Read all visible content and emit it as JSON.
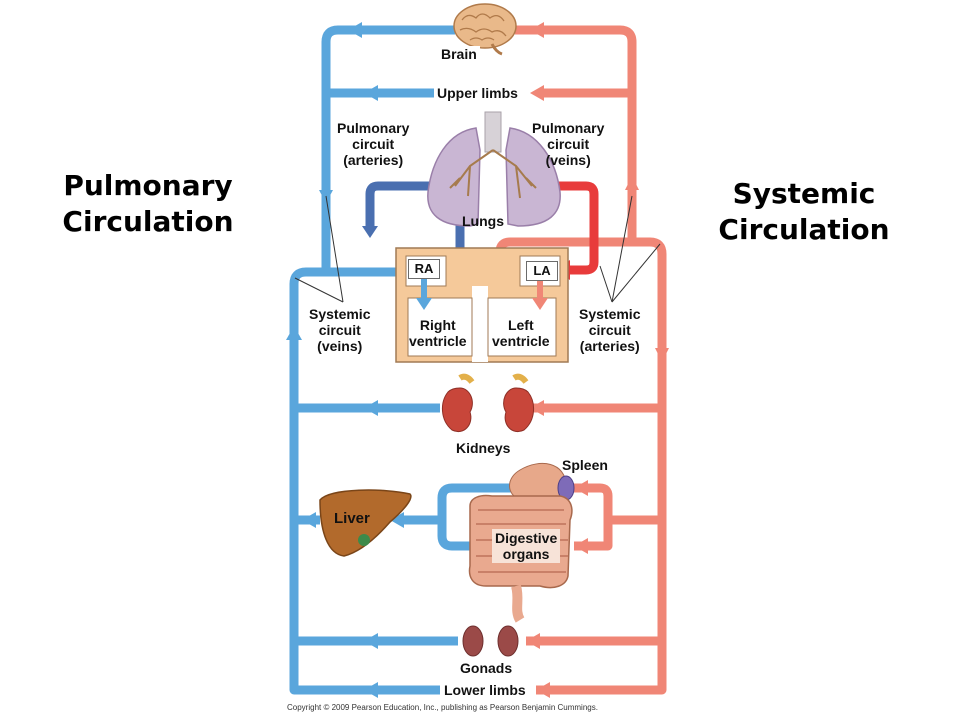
{
  "titles": {
    "pulmonary": [
      "Pulmonary",
      "Circulation"
    ],
    "systemic": [
      "Systemic",
      "Circulation"
    ]
  },
  "organs": {
    "brain": "Brain",
    "upper_limbs": "Upper limbs",
    "lungs": "Lungs",
    "kidneys": "Kidneys",
    "spleen": "Spleen",
    "liver": "Liver",
    "digestive": [
      "Digestive",
      "organs"
    ],
    "gonads": "Gonads",
    "lower_limbs": "Lower limbs"
  },
  "circuits": {
    "pulmonary_arteries": [
      "Pulmonary",
      "circuit",
      "(arteries)"
    ],
    "pulmonary_veins": [
      "Pulmonary",
      "circuit",
      "(veins)"
    ],
    "systemic_veins": [
      "Systemic",
      "circuit",
      "(veins)"
    ],
    "systemic_arteries": [
      "Systemic",
      "circuit",
      "(arteries)"
    ]
  },
  "heart": {
    "ra": "RA",
    "la": "LA",
    "right_ventricle": [
      "Right",
      "ventricle"
    ],
    "left_ventricle": [
      "Left",
      "ventricle"
    ]
  },
  "colors": {
    "deoxygenated": "#5aa6dc",
    "oxygenated": "#f08676",
    "pulmonary_artery": "#4a6fb0",
    "pulmonary_vein": "#e83b3b",
    "heart_wall": "#f5c99a"
  },
  "copyright": "Copyright © 2009 Pearson Education, Inc., publishing as Pearson Benjamin Cummings."
}
